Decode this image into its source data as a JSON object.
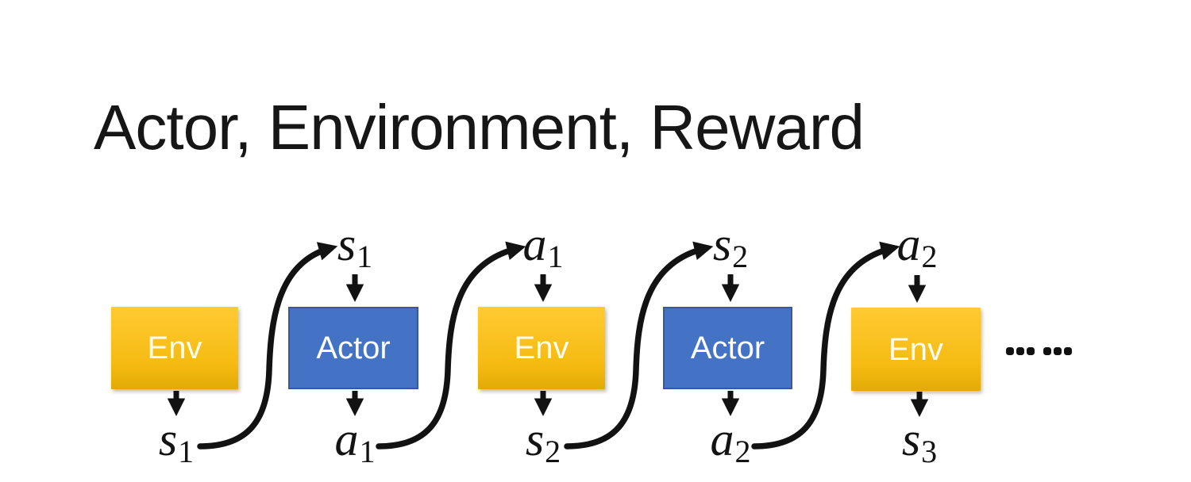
{
  "title": "Actor, Environment, Reward",
  "diagram": {
    "boxes": [
      {
        "label": "Env",
        "kind": "env"
      },
      {
        "label": "Actor",
        "kind": "actor"
      },
      {
        "label": "Env",
        "kind": "env"
      },
      {
        "label": "Actor",
        "kind": "actor"
      },
      {
        "label": "Env",
        "kind": "env"
      }
    ],
    "top_labels": [
      {
        "base": "s",
        "sub": "1"
      },
      {
        "base": "a",
        "sub": "1"
      },
      {
        "base": "s",
        "sub": "2"
      },
      {
        "base": "a",
        "sub": "2"
      }
    ],
    "bottom_labels": [
      {
        "base": "s",
        "sub": "1"
      },
      {
        "base": "a",
        "sub": "1"
      },
      {
        "base": "s",
        "sub": "2"
      },
      {
        "base": "a",
        "sub": "2"
      },
      {
        "base": "s",
        "sub": "3"
      }
    ],
    "ellipsis_text": "……"
  },
  "colors": {
    "env_gradient_top": "#FFCA33",
    "env_gradient_bottom": "#E2AA06",
    "actor_fill": "#4472C4",
    "actor_border": "#35589E",
    "box_text": "#FFFFFF",
    "arrow": "#121212",
    "title_text": "#161616"
  }
}
